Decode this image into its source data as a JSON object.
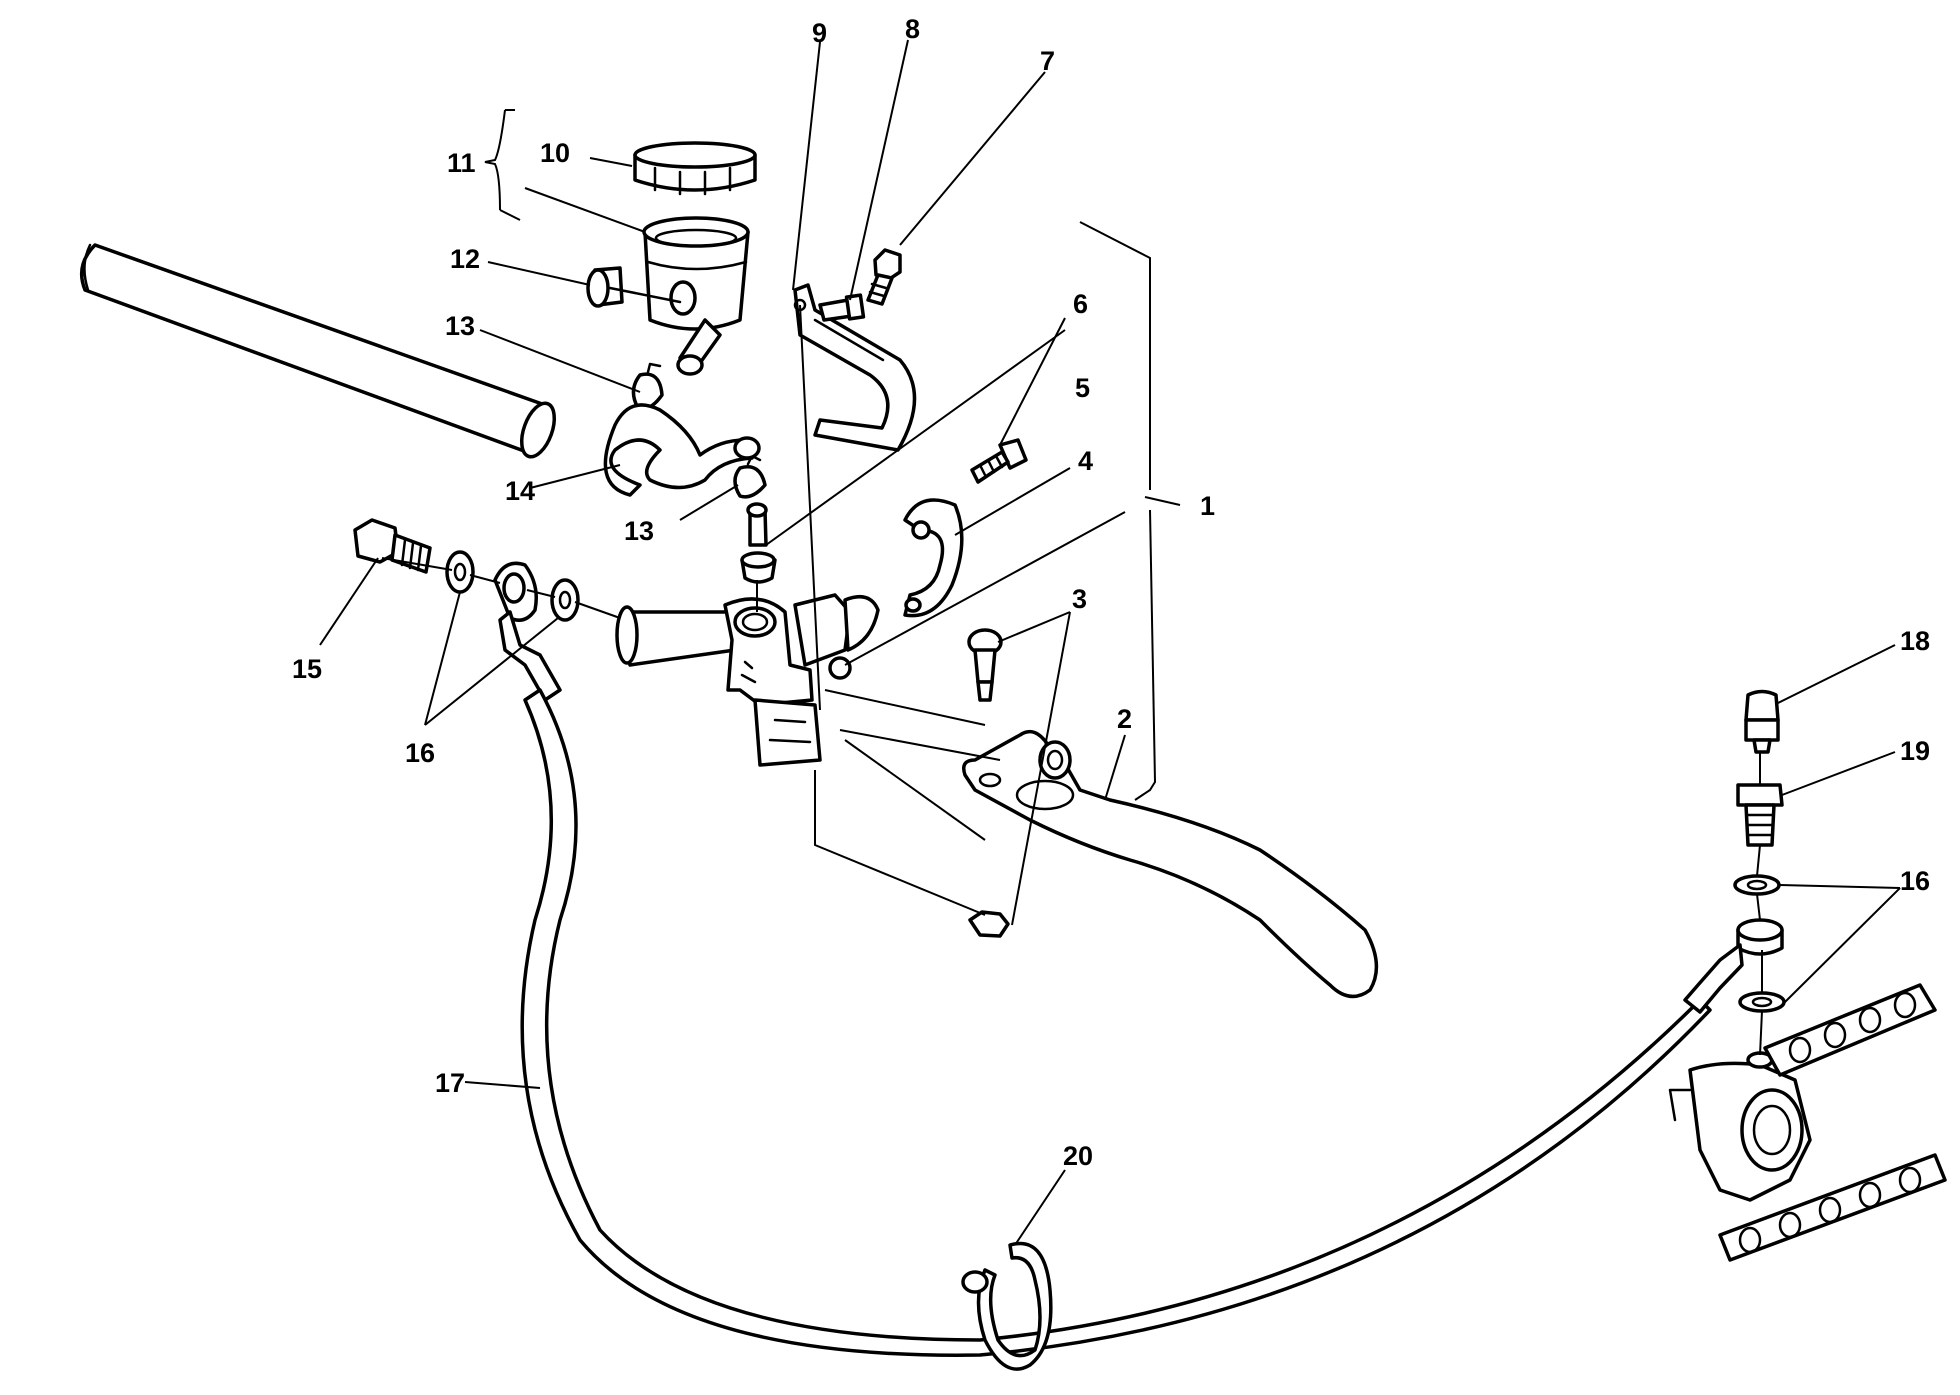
{
  "callouts": {
    "c1": "1",
    "c2": "2",
    "c3": "3",
    "c4": "4",
    "c5": "5",
    "c6": "6",
    "c7": "7",
    "c8": "8",
    "c9": "9",
    "c10": "10",
    "c11": "11",
    "c12": "12",
    "c13a": "13",
    "c13b": "13",
    "c14": "14",
    "c15": "15",
    "c16a": "16",
    "c16b": "16",
    "c17": "17",
    "c18": "18",
    "c19": "19",
    "c20": "20"
  }
}
